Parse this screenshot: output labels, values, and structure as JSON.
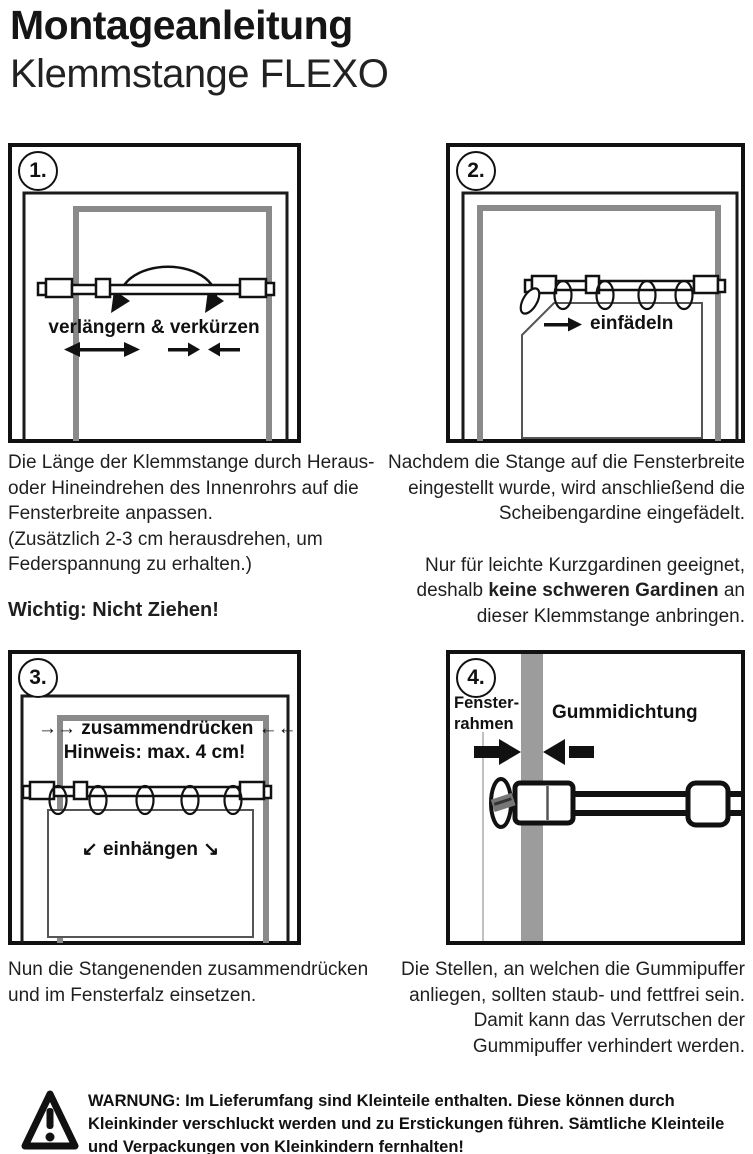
{
  "header": {
    "title": "Montageanleitung",
    "subtitle": "Klemmstange FLEXO"
  },
  "colors": {
    "ink": "#111111",
    "window_frame_gray": "#8a8a8a",
    "seal_strip_gray": "#9c9c9c"
  },
  "panels": {
    "p1": {
      "number": "1.",
      "action_label": "verlängern & verkürzen"
    },
    "p2": {
      "number": "2.",
      "thread_label": "einfädeln"
    },
    "p3": {
      "number": "3.",
      "press_line": "→→ zusammendrücken ←←",
      "hint_line": "Hinweis: max. 4 cm!",
      "hang_line": "↙  einhängen  ↘"
    },
    "p4": {
      "number": "4.",
      "frame_label_line1": "Fenster-",
      "frame_label_line2": "rahmen",
      "seal_label": "Gummidichtung"
    }
  },
  "captions": {
    "step1": {
      "line1": "Die Länge der Klemmstange durch Heraus-",
      "line2": "oder Hineindrehen des Innenrohrs auf die",
      "line3": "Fensterbreite anpassen.",
      "line4": "(Zusätzlich 2-3 cm herausdrehen, um",
      "line5": "Federspannung zu erhalten.)",
      "important": "Wichtig: Nicht Ziehen!"
    },
    "step2": {
      "line1": "Nachdem die Stange auf die Fensterbreite",
      "line2": "eingestellt wurde, wird anschließend die",
      "line3": "Scheibengardine eingefädelt.",
      "line4": "Nur für leichte Kurzgardinen geeignet,",
      "line5_pre": "deshalb ",
      "line5_bold": "keine schweren Gardinen",
      "line5_post": " an",
      "line6": "dieser Klemmstange anbringen."
    },
    "step3": {
      "line1": "Nun die Stangenenden zusammendrücken",
      "line2": "und im Fensterfalz einsetzen."
    },
    "step4": {
      "line1": "Die Stellen, an welchen die Gummipuffer",
      "line2": "anliegen, sollten staub- und fettfrei sein.",
      "line3": "Damit kann das Verrutschen der",
      "line4": "Gummipuffer verhindert werden."
    }
  },
  "warning": {
    "line1": "WARNUNG: Im Lieferumfang sind Kleinteile enthalten. Diese können durch",
    "line2": "Kleinkinder verschluckt werden und zu Erstickungen führen.",
    "line3": "Sämtliche Kleinteile und Verpackungen von Kleinkindern fernhalten!"
  }
}
